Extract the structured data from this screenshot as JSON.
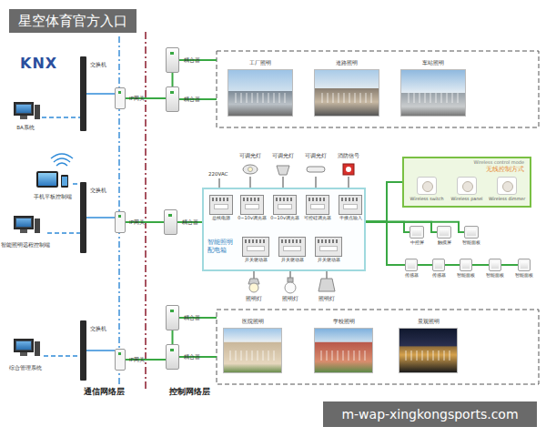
{
  "diagram": {
    "nodes": [
      {
        "text": [
          "BA系统"
        ]
      },
      {
        "text": [
          "手机平板控制端"
        ]
      },
      {
        "text": [
          "智能照明远程控制端"
        ]
      },
      {
        "text": [
          "综合管理系统"
        ]
      },
      {
        "text": [
          "交换机"
        ]
      },
      {
        "text": [
          "交换机"
        ]
      },
      {
        "text": [
          "交换机"
        ]
      },
      {
        "text": [
          "IP网关"
        ]
      },
      {
        "text": [
          "IP网关"
        ]
      },
      {
        "text": [
          "IP网关"
        ]
      },
      {
        "text": [
          "耦合器"
        ]
      },
      {
        "text": [
          "耦合器"
        ]
      },
      {
        "text": [
          "耦合器"
        ]
      },
      {
        "text": [
          "耦合器"
        ]
      },
      {
        "text": [
          "耦合器"
        ]
      },
      {
        "text": [
          "工厂照明"
        ]
      },
      {
        "text": [
          "道路照明"
        ]
      },
      {
        "text": [
          "车站照明"
        ]
      },
      {
        "text": [
          "医院照明"
        ]
      },
      {
        "text": [
          "学校照明"
        ]
      },
      {
        "text": [
          "景观照明"
        ]
      },
      {
        "text": [
          "智能照明配电箱"
        ]
      },
      {
        "text": [
          "总线电源"
        ],
        "in": 21
      },
      {
        "text": [
          "0~10v调光器"
        ],
        "in": 21
      },
      {
        "text": [
          "0~10v调光器"
        ],
        "in": 21
      },
      {
        "text": [
          "可控硅调光器"
        ],
        "in": 21
      },
      {
        "text": [
          "干接点输入"
        ],
        "in": 21
      },
      {
        "text": [
          "开关驱动器"
        ],
        "in": 21
      },
      {
        "text": [
          "开关驱动器"
        ],
        "in": 21
      },
      {
        "text": [
          "开关驱动器"
        ],
        "in": 21
      },
      {
        "text": [
          "Wireless control mode",
          "无线控制方式",
          "Wireless switch",
          "Wireless panel",
          "Wireless dimmer"
        ]
      },
      {
        "text": [
          "中控屏"
        ]
      },
      {
        "text": [
          "触摸屏"
        ]
      },
      {
        "text": [
          "智能面板"
        ]
      },
      {
        "text": [
          "传感器"
        ]
      },
      {
        "text": [
          "传感器"
        ]
      },
      {
        "text": [
          "智能面板"
        ]
      },
      {
        "text": [
          "智能面板"
        ]
      },
      {
        "text": [
          "智能面板"
        ]
      }
    ],
    "edges": [
      {
        "from": 0,
        "to": 4,
        "arrow": "none"
      },
      {
        "from": 1,
        "to": 5,
        "arrow": "none"
      },
      {
        "from": 2,
        "to": 5,
        "arrow": "none"
      },
      {
        "from": 3,
        "to": 6,
        "arrow": "none"
      },
      {
        "from": 4,
        "to": 7,
        "arrow": "none"
      },
      {
        "from": 5,
        "to": 8,
        "arrow": "none"
      },
      {
        "from": 6,
        "to": 9,
        "arrow": "none"
      },
      {
        "from": 7,
        "to": 11,
        "arrow": "none"
      },
      {
        "from": 10,
        "to": 11,
        "arrow": "none"
      },
      {
        "from": 8,
        "to": 12,
        "arrow": "none"
      },
      {
        "from": 9,
        "to": 14,
        "arrow": "none"
      },
      {
        "from": 13,
        "to": 14,
        "arrow": "none"
      },
      {
        "from": 12,
        "to": 21,
        "arrow": "none"
      },
      {
        "from": 21,
        "to": 30,
        "arrow": "none"
      },
      {
        "from": 21,
        "to": 31,
        "arrow": "none"
      },
      {
        "from": 21,
        "to": 32,
        "arrow": "none"
      },
      {
        "from": 21,
        "to": 33,
        "arrow": "none"
      },
      {
        "from": 21,
        "to": 34,
        "arrow": "none"
      },
      {
        "from": 21,
        "to": 35,
        "arrow": "none"
      },
      {
        "from": 21,
        "to": 36,
        "arrow": "none"
      },
      {
        "from": 21,
        "to": 37,
        "arrow": "none"
      },
      {
        "from": 21,
        "to": 38,
        "arrow": "none"
      }
    ],
    "labels": [
      "星空体育官方入口",
      "KNX",
      "220VAC",
      "可调光灯",
      "可调光灯",
      "可调光灯",
      "消防信号",
      "照明灯",
      "照明灯",
      "照明灯",
      "通信网络层",
      "控制网络层",
      "m-wap-xingkongsports.com"
    ]
  }
}
